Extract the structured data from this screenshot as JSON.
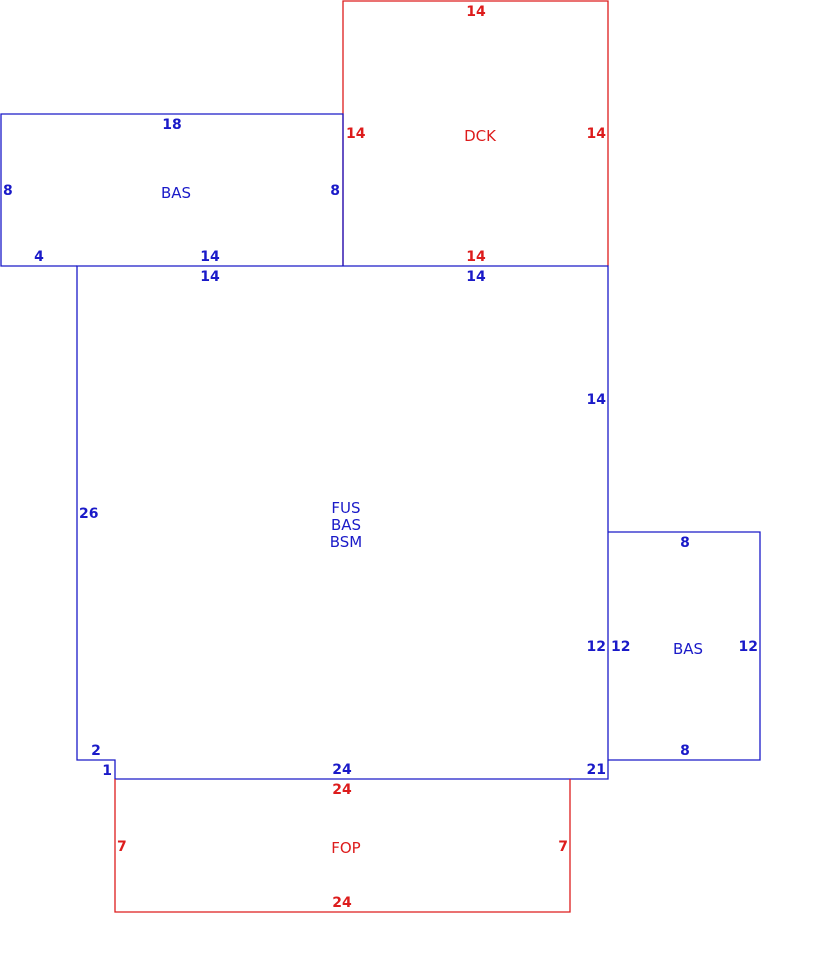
{
  "colors": {
    "living": "#1a1ac8",
    "exterior": "#dd1c1c"
  },
  "areas": {
    "dck": {
      "code": "DCK",
      "dims": {
        "top": "14",
        "left": "14",
        "right": "14",
        "bottom": "14"
      }
    },
    "bas_left": {
      "code": "BAS",
      "dims": {
        "top": "18",
        "left": "8",
        "right": "8",
        "bottom_left": "4",
        "bottom_right": "14"
      }
    },
    "main": {
      "codes": [
        "FUS",
        "BAS",
        "BSM"
      ],
      "dims": {
        "top_left": "14",
        "top_right": "14",
        "right_upper": "14",
        "left": "26",
        "step_horizontal": "2",
        "step_vertical": "1",
        "bottom": "24",
        "right_total": "21",
        "right_lower": "12"
      }
    },
    "bas_right": {
      "code": "BAS",
      "dims": {
        "top": "8",
        "left": "12",
        "right": "12",
        "bottom": "8"
      }
    },
    "fop": {
      "code": "FOP",
      "dims": {
        "top": "24",
        "left": "7",
        "right": "7",
        "bottom": "24"
      }
    }
  }
}
